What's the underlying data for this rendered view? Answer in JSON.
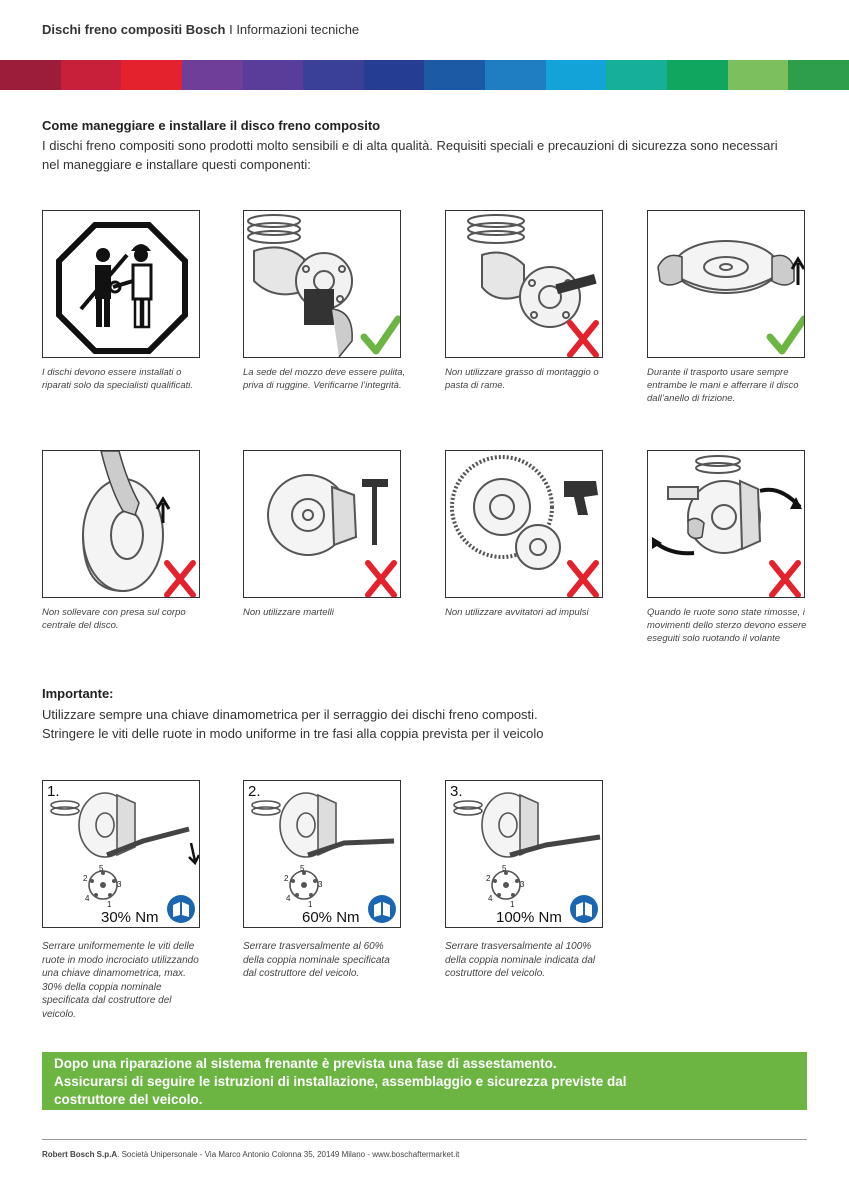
{
  "header": {
    "title_bold": "Dischi freno compositi Bosch",
    "title_rest": " I Informazioni tecniche"
  },
  "band_colors": [
    "#9b1d3a",
    "#c8203b",
    "#e4222d",
    "#6f3e98",
    "#5a3d9a",
    "#3a3f97",
    "#253d92",
    "#1d5aa6",
    "#1f7ec2",
    "#12a4d8",
    "#16b09a",
    "#10a660",
    "#7cbf5f",
    "#2f9e4b"
  ],
  "intro": {
    "title": "Come maneggiare e installare il disco freno composito",
    "line1": "I dischi freno compositi sono prodotti molto sensibili e di alta qualità. Requisiti speciali e precauzioni di sicurezza sono necessari",
    "line2": "nel maneggiare e installare questi componenti:"
  },
  "panels_row1": [
    {
      "caption": "I dischi devono essere installati o riparati solo da specialisti qualificati.",
      "mark": "none"
    },
    {
      "caption": "La sede del mozzo deve essere pulita, priva di ruggine. Verificarne l’integrità.",
      "mark": "check"
    },
    {
      "caption": "Non utilizzare grasso di montaggio o pasta di rame.",
      "mark": "cross"
    },
    {
      "caption": "Durante il trasporto usare sempre entrambe le mani e afferrare il disco dall’anello di frizione.",
      "mark": "check"
    }
  ],
  "panels_row2": [
    {
      "caption": "Non sollevare con presa sul corpo centrale del disco.",
      "mark": "cross"
    },
    {
      "caption": "Non utilizzare martelli",
      "mark": "cross"
    },
    {
      "caption": "Non utilizzare  avvitatori ad impulsi",
      "mark": "cross"
    },
    {
      "caption": "Quando le ruote sono state rimosse, i movimenti dello sterzo devono essere eseguiti solo ruotando il volante",
      "mark": "cross"
    }
  ],
  "important": {
    "title": "Importante:",
    "line1": "Utilizzare sempre una chiave dinamometrica per il serraggio dei dischi freno composti.",
    "line2": "Stringere le viti delle ruote in modo uniforme in tre fasi alla coppia prevista per il veicolo"
  },
  "steps": [
    {
      "num": "1.",
      "torque": "30% Nm",
      "caption": "Serrare uniformemente le viti delle ruote in modo incrociato utilizzando una chiave dinamometrica, max. 30% della coppia nominale specificata dal costruttore del veicolo."
    },
    {
      "num": "2.",
      "torque": "60% Nm",
      "caption": "Serrare trasversalmente al 60% della coppia nominale specificata dal costruttore del veicolo."
    },
    {
      "num": "3.",
      "torque": "100% Nm",
      "caption": "Serrare trasversalmente al 100% della coppia nominale indicata dal costruttore del veicolo."
    }
  ],
  "bolt_numbers": [
    "1",
    "2",
    "3",
    "4",
    "5"
  ],
  "notice": {
    "line1": "Dopo una riparazione al sistema  frenante  è prevista una fase di assestamento.",
    "line2": "Assicurarsi di seguire le istruzioni di installazione, assemblaggio e sicurezza previste dal",
    "line3": "costruttore del veicolo."
  },
  "footer": {
    "company": "Robert Bosch S.p.A",
    "rest": ". Società Unipersonale - Via Marco Antonio Colonna 35, 20149 Milano - www.boschaftermarket.it"
  },
  "colors": {
    "check": "#6cb543",
    "cross": "#e4222d",
    "notice_bg": "#6cb543",
    "manual_icon": "#1a66b0"
  }
}
